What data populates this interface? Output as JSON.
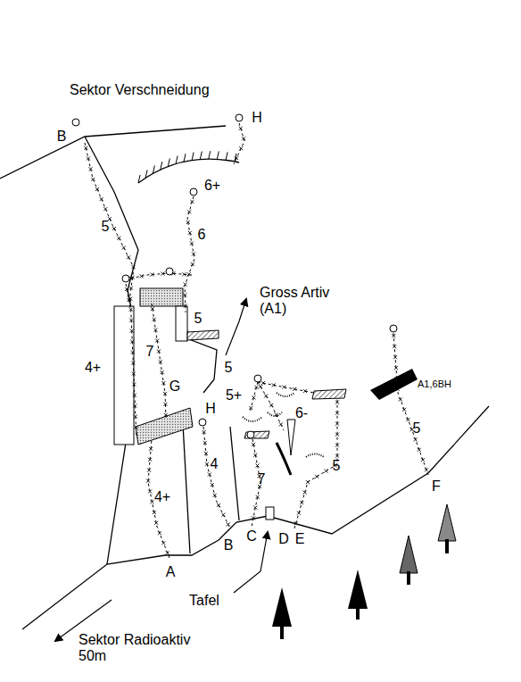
{
  "diagram": {
    "labels": [
      "Sektor Verschneidung",
      "B",
      "H",
      "6+",
      "5",
      "6",
      "Gross Artiv (A1)",
      "5",
      "4+",
      "7",
      "5",
      "5+",
      "G",
      "H",
      "6-",
      "A1,6BH",
      "5",
      "4",
      "7",
      "5",
      "4+",
      "F",
      "A",
      "B",
      "C",
      "D",
      "E",
      "Tafel",
      "Sektor Radioaktiv 50m"
    ]
  }
}
